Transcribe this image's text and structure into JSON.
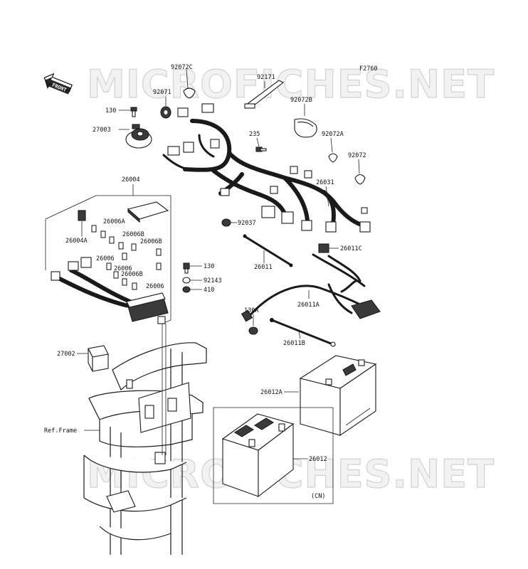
{
  "diagram_code": "F2760",
  "watermark": "MICROFICHES.NET",
  "front_label": "FRONT",
  "cn_label": "(CN)",
  "ref_frame": "Ref.Frame",
  "labels": {
    "p92072C": "92072C",
    "p92171": "92171",
    "p92071": "92071",
    "p92072B": "92072B",
    "p130_top": "130",
    "p27003": "27003",
    "p235": "235",
    "p92072A": "92072A",
    "p92072": "92072",
    "p26004": "26004",
    "p26031": "26031",
    "p26004A": "26004A",
    "p26006A": "26006A",
    "p26006B_1": "26006B",
    "p26006B_2": "26006B",
    "p92037": "92037",
    "p26006_1": "26006",
    "p26006_2": "26006",
    "p26006B_3": "26006B",
    "p26006_3": "26006",
    "p130_mid": "130",
    "p92143": "92143",
    "p410": "410",
    "p26011": "26011",
    "p26011C": "26011C",
    "p26011A": "26011A",
    "p130A": "130A",
    "p26011B": "26011B",
    "p27002": "27002",
    "p26012A": "26012A",
    "p26012": "26012"
  }
}
